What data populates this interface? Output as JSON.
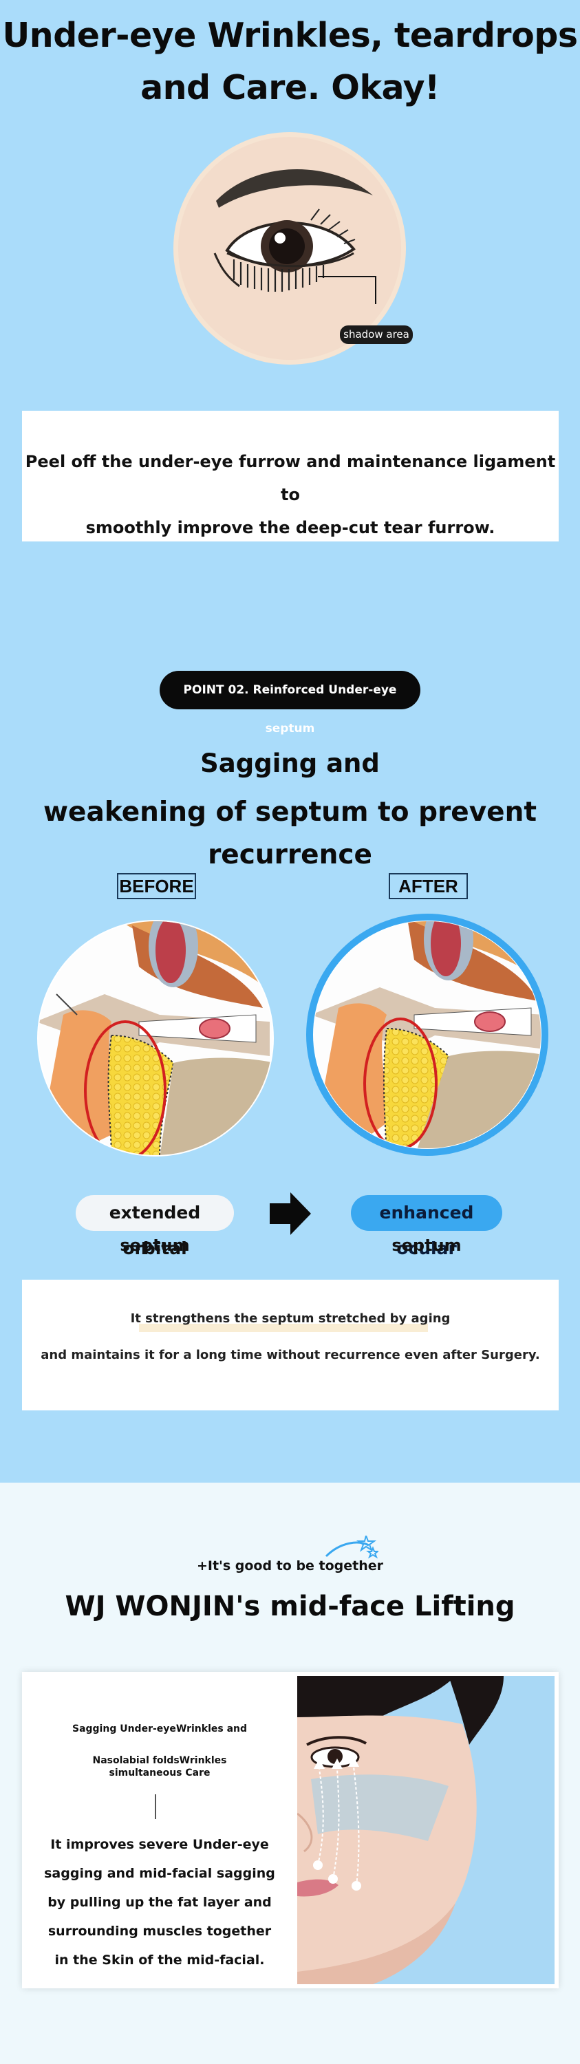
{
  "section1": {
    "title_line1": "Under-eye Wrinkles, teardrops",
    "title_line2": "and Care. Okay!",
    "shadow_tag": "shadow area",
    "box1": {
      "line1": "Peel off the under-eye furrow and maintenance ligament to",
      "line2": "smoothly improve the deep-cut tear furrow."
    }
  },
  "point": {
    "pill": "POINT 02. Reinforced Under-eye septum",
    "heading_line1": "Sagging and",
    "heading_line2": "weakening of septum to prevent recurrence"
  },
  "compare": {
    "before_label": "BEFORE",
    "after_label": "AFTER",
    "left_pill": "extended orbital",
    "left_sub": "septum",
    "right_pill": "enhanced ocular",
    "right_sub": "septum"
  },
  "box2": {
    "line1": "It strengthens the septum stretched by aging",
    "line2": "and maintains it for a long time without recurrence even after Surgery."
  },
  "section2": {
    "tagline": "+It's good to be together",
    "title": "WJ WONJIN's mid-face Lifting",
    "card": {
      "small_line1": "Sagging Under-eyeWrinkles and",
      "small_line2a": "Nasolabial foldsWrinkles",
      "small_line2b": "simultaneous Care",
      "body": [
        "It improves severe Under-eye",
        "sagging and mid-facial sagging",
        "by pulling up the fat layer and",
        "surrounding muscles together",
        "in the Skin of the mid-facial."
      ]
    }
  },
  "colors": {
    "sky": "#aadcfa",
    "pale": "#eef8fc",
    "accent_blue": "#3aa8f0",
    "dark": "#0a0a0a"
  }
}
